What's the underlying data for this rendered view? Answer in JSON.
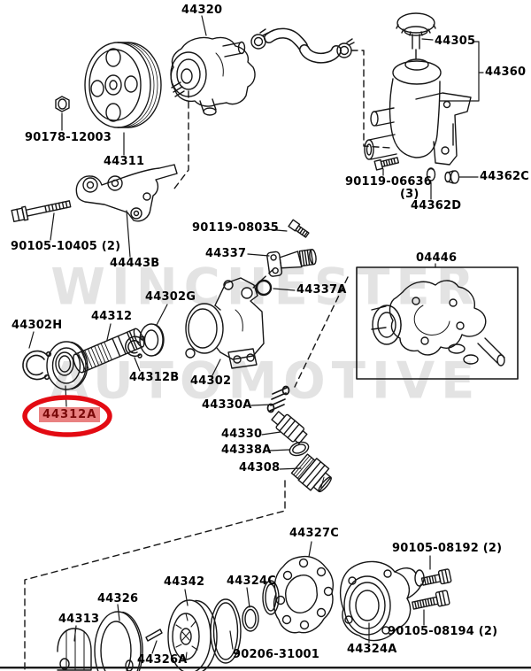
{
  "watermark": {
    "line1": "WINCHESTER",
    "line2": "AUTOMOTIVE"
  },
  "highlight": {
    "part": "44312A",
    "ellipse_color": "#e30b13",
    "box_fill": "rgba(219,45,45,0.6)",
    "text_color": "#7a0909"
  },
  "labels": {
    "pump_assembly": "44320",
    "pulley_nut": "90178-12003",
    "pulley": "44311",
    "reservoir_cap": "44305",
    "reservoir_assembly": "44360",
    "reservoir_bolt": "90119-06636",
    "reservoir_bolt_qty": "(3)",
    "clip": "44362C",
    "grommet": "44362D",
    "bracket_bolt": "90105-10405 (2)",
    "pump_bracket": "44443B",
    "union_bolt": "90119-08035",
    "pressure_port_union": "44337",
    "union_oring": "44337A",
    "oil_seal": "44302G",
    "pump_shaft": "44312",
    "snap_ring": "44302H",
    "shaft_snap_ring": "44312B",
    "pump_body_front": "44302",
    "bearing": "44312A",
    "gasket_kit": "04446",
    "flow_control_spring": "44330A",
    "flow_control_valve": "44330",
    "valve_oring": "44338A",
    "pressure_union": "44308",
    "plate_gasket": "44327C",
    "cover_bolt_a": "90105-08192 (2)",
    "cover_bolt_b": "90105-08194 (2)",
    "rear_housing": "44324A",
    "rotor": "44342",
    "small_oring": "44324C",
    "side_plate": "44326",
    "cam_ring": "44313",
    "straight_pin": "44326A",
    "large_oring": "90206-31001"
  }
}
